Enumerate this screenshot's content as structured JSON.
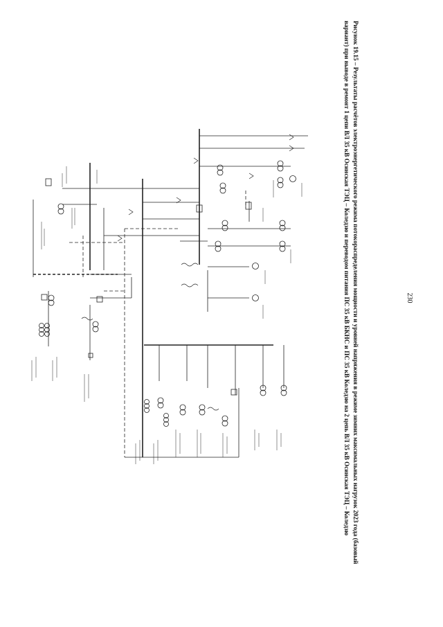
{
  "caption": {
    "line1": "Рисунок 19.15 – Результаты расчётов электроэнергетического режима потокораспределения мощности и уровней напряжения в режиме зимних максимальных нагрузок 2023 года (базовый",
    "line2": "вариант) при выводе в ремонт 1 цепи ВЛ 35 кВ Осинская ТЭЦ – Коледзю и переводом питания ПС 35 кВ БКНС и ПС 35 кВ Коледзю на 2 цепь ВЛ 35 кВ Осинская ТЭЦ – Коледзю"
  },
  "page_number": "230"
}
